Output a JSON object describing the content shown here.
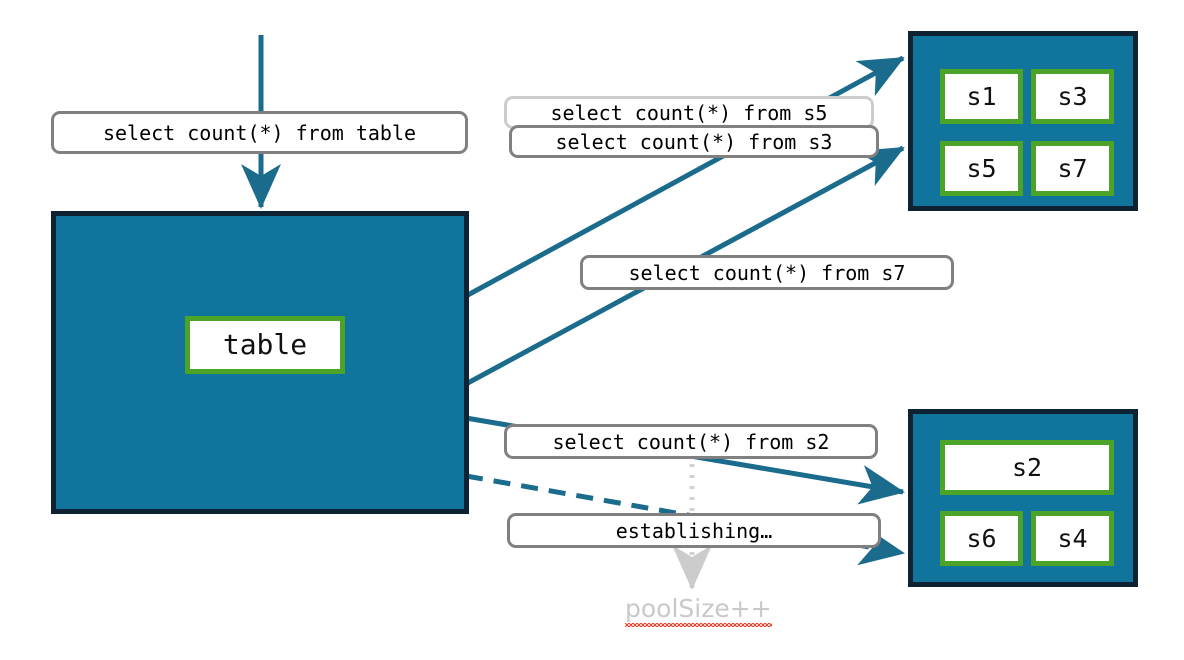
{
  "diagram": {
    "title": "Database connection pool query routing",
    "colors": {
      "pool_fill": "#11749c",
      "pool_border": "#0d2233",
      "chip_border": "#4ba428",
      "chip_fill": "#ffffff",
      "edge": "#1b6b8c",
      "label_border": "#808080",
      "label_border_faded": "#cccccc",
      "note_text": "#c9c9c9",
      "spellcheck": "#f0422a"
    },
    "source": {
      "label": "table",
      "incoming_query": "select count(*) from table"
    },
    "queries": [
      {
        "id": "q-s5",
        "text": "select count(*) from s5",
        "state": "faded"
      },
      {
        "id": "q-s3",
        "text": "select count(*) from s3",
        "state": "active"
      },
      {
        "id": "q-s7",
        "text": "select count(*) from s7",
        "state": "active"
      },
      {
        "id": "q-s2",
        "text": "select count(*) from s2",
        "state": "active"
      }
    ],
    "status": {
      "establishing": "establishing…",
      "counter": "poolSize++"
    },
    "pools": [
      {
        "id": "pool-top",
        "sessions": [
          {
            "label": "s1"
          },
          {
            "label": "s3"
          },
          {
            "label": "s5"
          },
          {
            "label": "s7"
          }
        ]
      },
      {
        "id": "pool-bottom",
        "sessions": [
          {
            "label": "s2"
          },
          {
            "label": "s6"
          },
          {
            "label": "s4"
          }
        ]
      }
    ]
  }
}
